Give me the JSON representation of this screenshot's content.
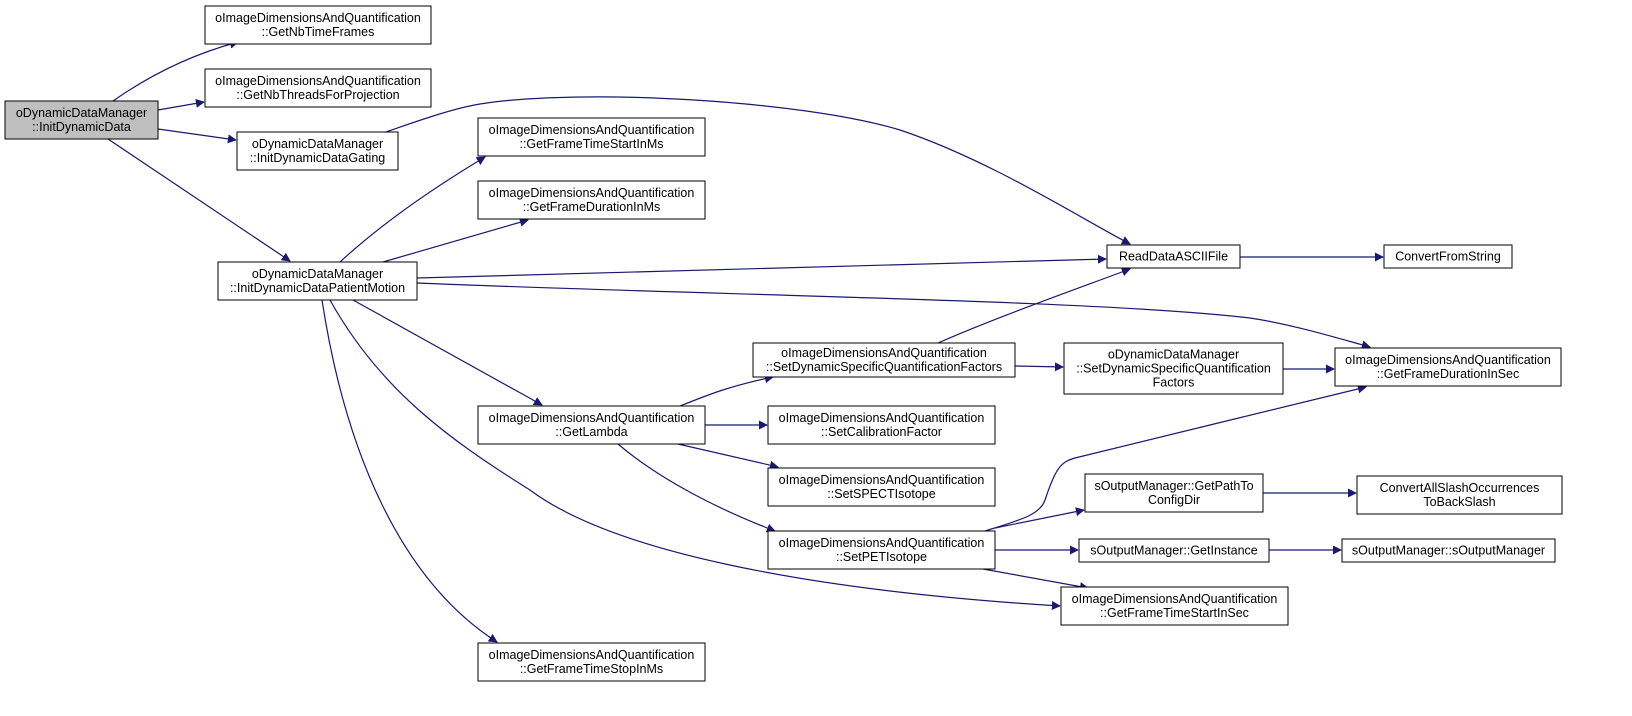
{
  "colors": {
    "edge": "#191970",
    "root_fill": "#bfbfbf",
    "node_fill": "#ffffff",
    "node_border": "#000000"
  },
  "nodes": [
    {
      "id": "n0",
      "lines": [
        "oDynamicDataManager",
        "::InitDynamicData"
      ],
      "root": true
    },
    {
      "id": "n1",
      "lines": [
        "oImageDimensionsAndQuantification",
        "::GetNbTimeFrames"
      ]
    },
    {
      "id": "n2",
      "lines": [
        "oImageDimensionsAndQuantification",
        "::GetNbThreadsForProjection"
      ]
    },
    {
      "id": "n3",
      "lines": [
        "oDynamicDataManager",
        "::InitDynamicDataGating"
      ]
    },
    {
      "id": "n4",
      "lines": [
        "oDynamicDataManager",
        "::InitDynamicDataPatientMotion"
      ]
    },
    {
      "id": "n5",
      "lines": [
        "ReadDataASCIIFile"
      ]
    },
    {
      "id": "n6",
      "lines": [
        "oImageDimensionsAndQuantification",
        "::GetFrameTimeStartInMs"
      ]
    },
    {
      "id": "n7",
      "lines": [
        "oImageDimensionsAndQuantification",
        "::GetFrameDurationInMs"
      ]
    },
    {
      "id": "n8",
      "lines": [
        "oImageDimensionsAndQuantification",
        "::GetFrameDurationInSec"
      ]
    },
    {
      "id": "n9",
      "lines": [
        "oImageDimensionsAndQuantification",
        "::GetFrameTimeStartInSec"
      ]
    },
    {
      "id": "n10",
      "lines": [
        "oImageDimensionsAndQuantification",
        "::GetFrameTimeStopInMs"
      ]
    },
    {
      "id": "n11",
      "lines": [
        "oImageDimensionsAndQuantification",
        "::GetLambda"
      ]
    },
    {
      "id": "n12",
      "lines": [
        "ConvertFromString"
      ]
    },
    {
      "id": "n13",
      "lines": [
        "oImageDimensionsAndQuantification",
        "::SetDynamicSpecificQuantificationFactors"
      ]
    },
    {
      "id": "n14",
      "lines": [
        "oImageDimensionsAndQuantification",
        "::SetCalibrationFactor"
      ]
    },
    {
      "id": "n15",
      "lines": [
        "oImageDimensionsAndQuantification",
        "::SetSPECTIsotope"
      ]
    },
    {
      "id": "n16",
      "lines": [
        "oImageDimensionsAndQuantification",
        "::SetPETIsotope"
      ]
    },
    {
      "id": "n17",
      "lines": [
        "oDynamicDataManager",
        "::SetDynamicSpecificQuantification",
        "Factors"
      ]
    },
    {
      "id": "n18",
      "lines": [
        "sOutputManager::GetPathTo",
        "ConfigDir"
      ]
    },
    {
      "id": "n19",
      "lines": [
        "sOutputManager::GetInstance"
      ]
    },
    {
      "id": "n20",
      "lines": [
        "ConvertAllSlashOccurrences",
        "ToBackSlash"
      ]
    },
    {
      "id": "n21",
      "lines": [
        "sOutputManager::sOutputManager"
      ]
    }
  ],
  "edges": [
    {
      "from": "n0",
      "to": "n1"
    },
    {
      "from": "n0",
      "to": "n2"
    },
    {
      "from": "n0",
      "to": "n3"
    },
    {
      "from": "n0",
      "to": "n4"
    },
    {
      "from": "n3",
      "to": "n5"
    },
    {
      "from": "n4",
      "to": "n6"
    },
    {
      "from": "n4",
      "to": "n7"
    },
    {
      "from": "n4",
      "to": "n5"
    },
    {
      "from": "n4",
      "to": "n8"
    },
    {
      "from": "n4",
      "to": "n11"
    },
    {
      "from": "n4",
      "to": "n9"
    },
    {
      "from": "n4",
      "to": "n10"
    },
    {
      "from": "n5",
      "to": "n12"
    },
    {
      "from": "n11",
      "to": "n13"
    },
    {
      "from": "n11",
      "to": "n14"
    },
    {
      "from": "n11",
      "to": "n15"
    },
    {
      "from": "n11",
      "to": "n16"
    },
    {
      "from": "n13",
      "to": "n5"
    },
    {
      "from": "n13",
      "to": "n17"
    },
    {
      "from": "n17",
      "to": "n8"
    },
    {
      "from": "n16",
      "to": "n8"
    },
    {
      "from": "n16",
      "to": "n18"
    },
    {
      "from": "n16",
      "to": "n19"
    },
    {
      "from": "n16",
      "to": "n9"
    },
    {
      "from": "n18",
      "to": "n20"
    },
    {
      "from": "n19",
      "to": "n21"
    }
  ]
}
